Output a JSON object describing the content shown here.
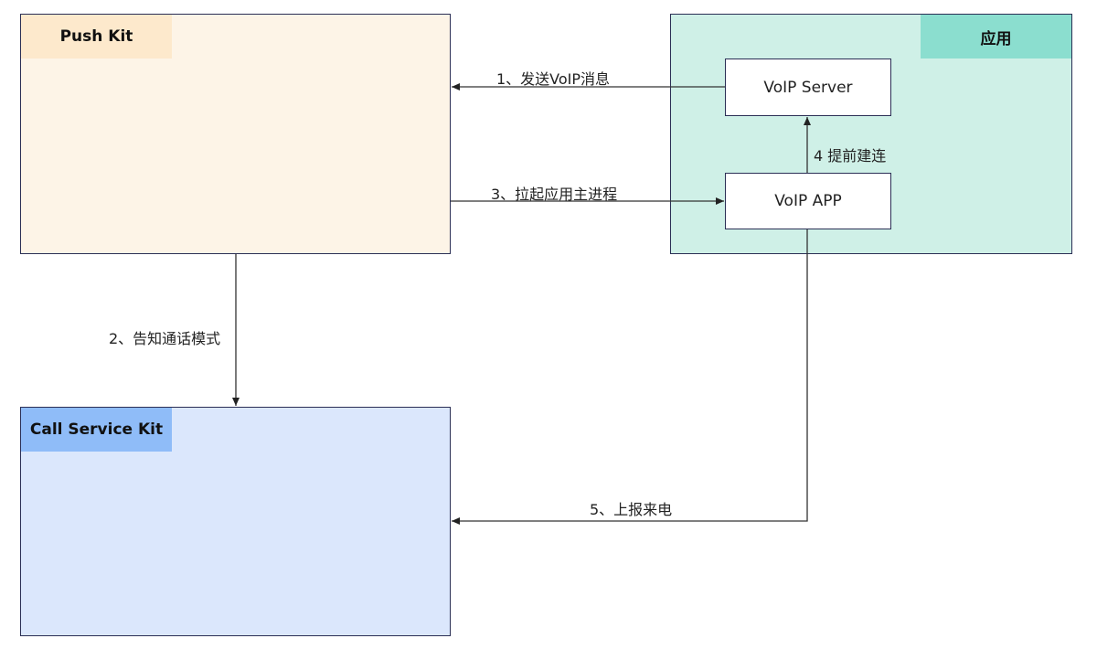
{
  "containers": {
    "push_kit": {
      "title": "Push Kit"
    },
    "call_service_kit": {
      "title": "Call Service Kit"
    },
    "app": {
      "title": "应用"
    }
  },
  "nodes": {
    "voip_server": {
      "label": "VoIP Server"
    },
    "voip_app": {
      "label": "VoIP APP"
    }
  },
  "edges": [
    {
      "id": "step-1",
      "from": "VoIP Server",
      "to": "Push Kit",
      "label": "1、发送VoIP消息"
    },
    {
      "id": "step-2",
      "from": "Push Kit",
      "to": "Call Service Kit",
      "label": "2、告知通话模式"
    },
    {
      "id": "step-3",
      "from": "Push Kit",
      "to": "VoIP APP",
      "label": "3、拉起应用主进程"
    },
    {
      "id": "step-4",
      "from": "VoIP APP",
      "to": "VoIP Server",
      "label": "4 提前建连"
    },
    {
      "id": "step-5",
      "from": "VoIP APP",
      "to": "Call Service Kit",
      "label": "5、上报来电"
    }
  ],
  "colors": {
    "push_kit_bg": "#fdf4e7",
    "push_kit_header": "#fde9cc",
    "call_kit_bg": "#dbe7fc",
    "call_kit_header": "#8fbcf8",
    "app_bg": "#cff0e7",
    "app_header": "#8bdecf",
    "border": "#2b2f55"
  }
}
